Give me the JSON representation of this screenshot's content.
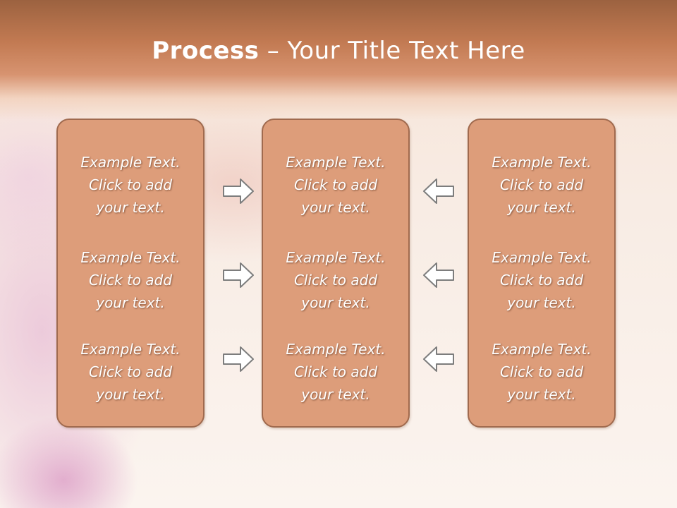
{
  "slide": {
    "title_bold": "Process",
    "title_rest": " – Your Title Text Here"
  },
  "columns": [
    {
      "blocks": [
        {
          "line1": "Example Text.",
          "line2": "Click  to add",
          "line3": "your text."
        },
        {
          "line1": "Example Text.",
          "line2": "Click  to add",
          "line3": "your text."
        },
        {
          "line1": "Example Text.",
          "line2": "Click  to add",
          "line3": "your text."
        }
      ]
    },
    {
      "blocks": [
        {
          "line1": "Example Text.",
          "line2": "Click  to add",
          "line3": "your text."
        },
        {
          "line1": "Example Text.",
          "line2": "Click  to add",
          "line3": "your text."
        },
        {
          "line1": "Example Text.",
          "line2": "Click  to add",
          "line3": "your text."
        }
      ]
    },
    {
      "blocks": [
        {
          "line1": "Example Text.",
          "line2": "Click  to add",
          "line3": "your text."
        },
        {
          "line1": "Example Text.",
          "line2": "Click  to add",
          "line3": "your text."
        },
        {
          "line1": "Example Text.",
          "line2": "Click  to add",
          "line3": "your text."
        }
      ]
    }
  ],
  "arrows": {
    "left_group": [
      "arrow-right-icon",
      "arrow-right-icon",
      "arrow-right-icon"
    ],
    "right_group": [
      "arrow-left-icon",
      "arrow-left-icon",
      "arrow-left-icon"
    ]
  },
  "colors": {
    "header": "#c27a52",
    "box_fill": "#dd9d7a",
    "box_border": "#a06a4e",
    "text": "#ffffff"
  }
}
